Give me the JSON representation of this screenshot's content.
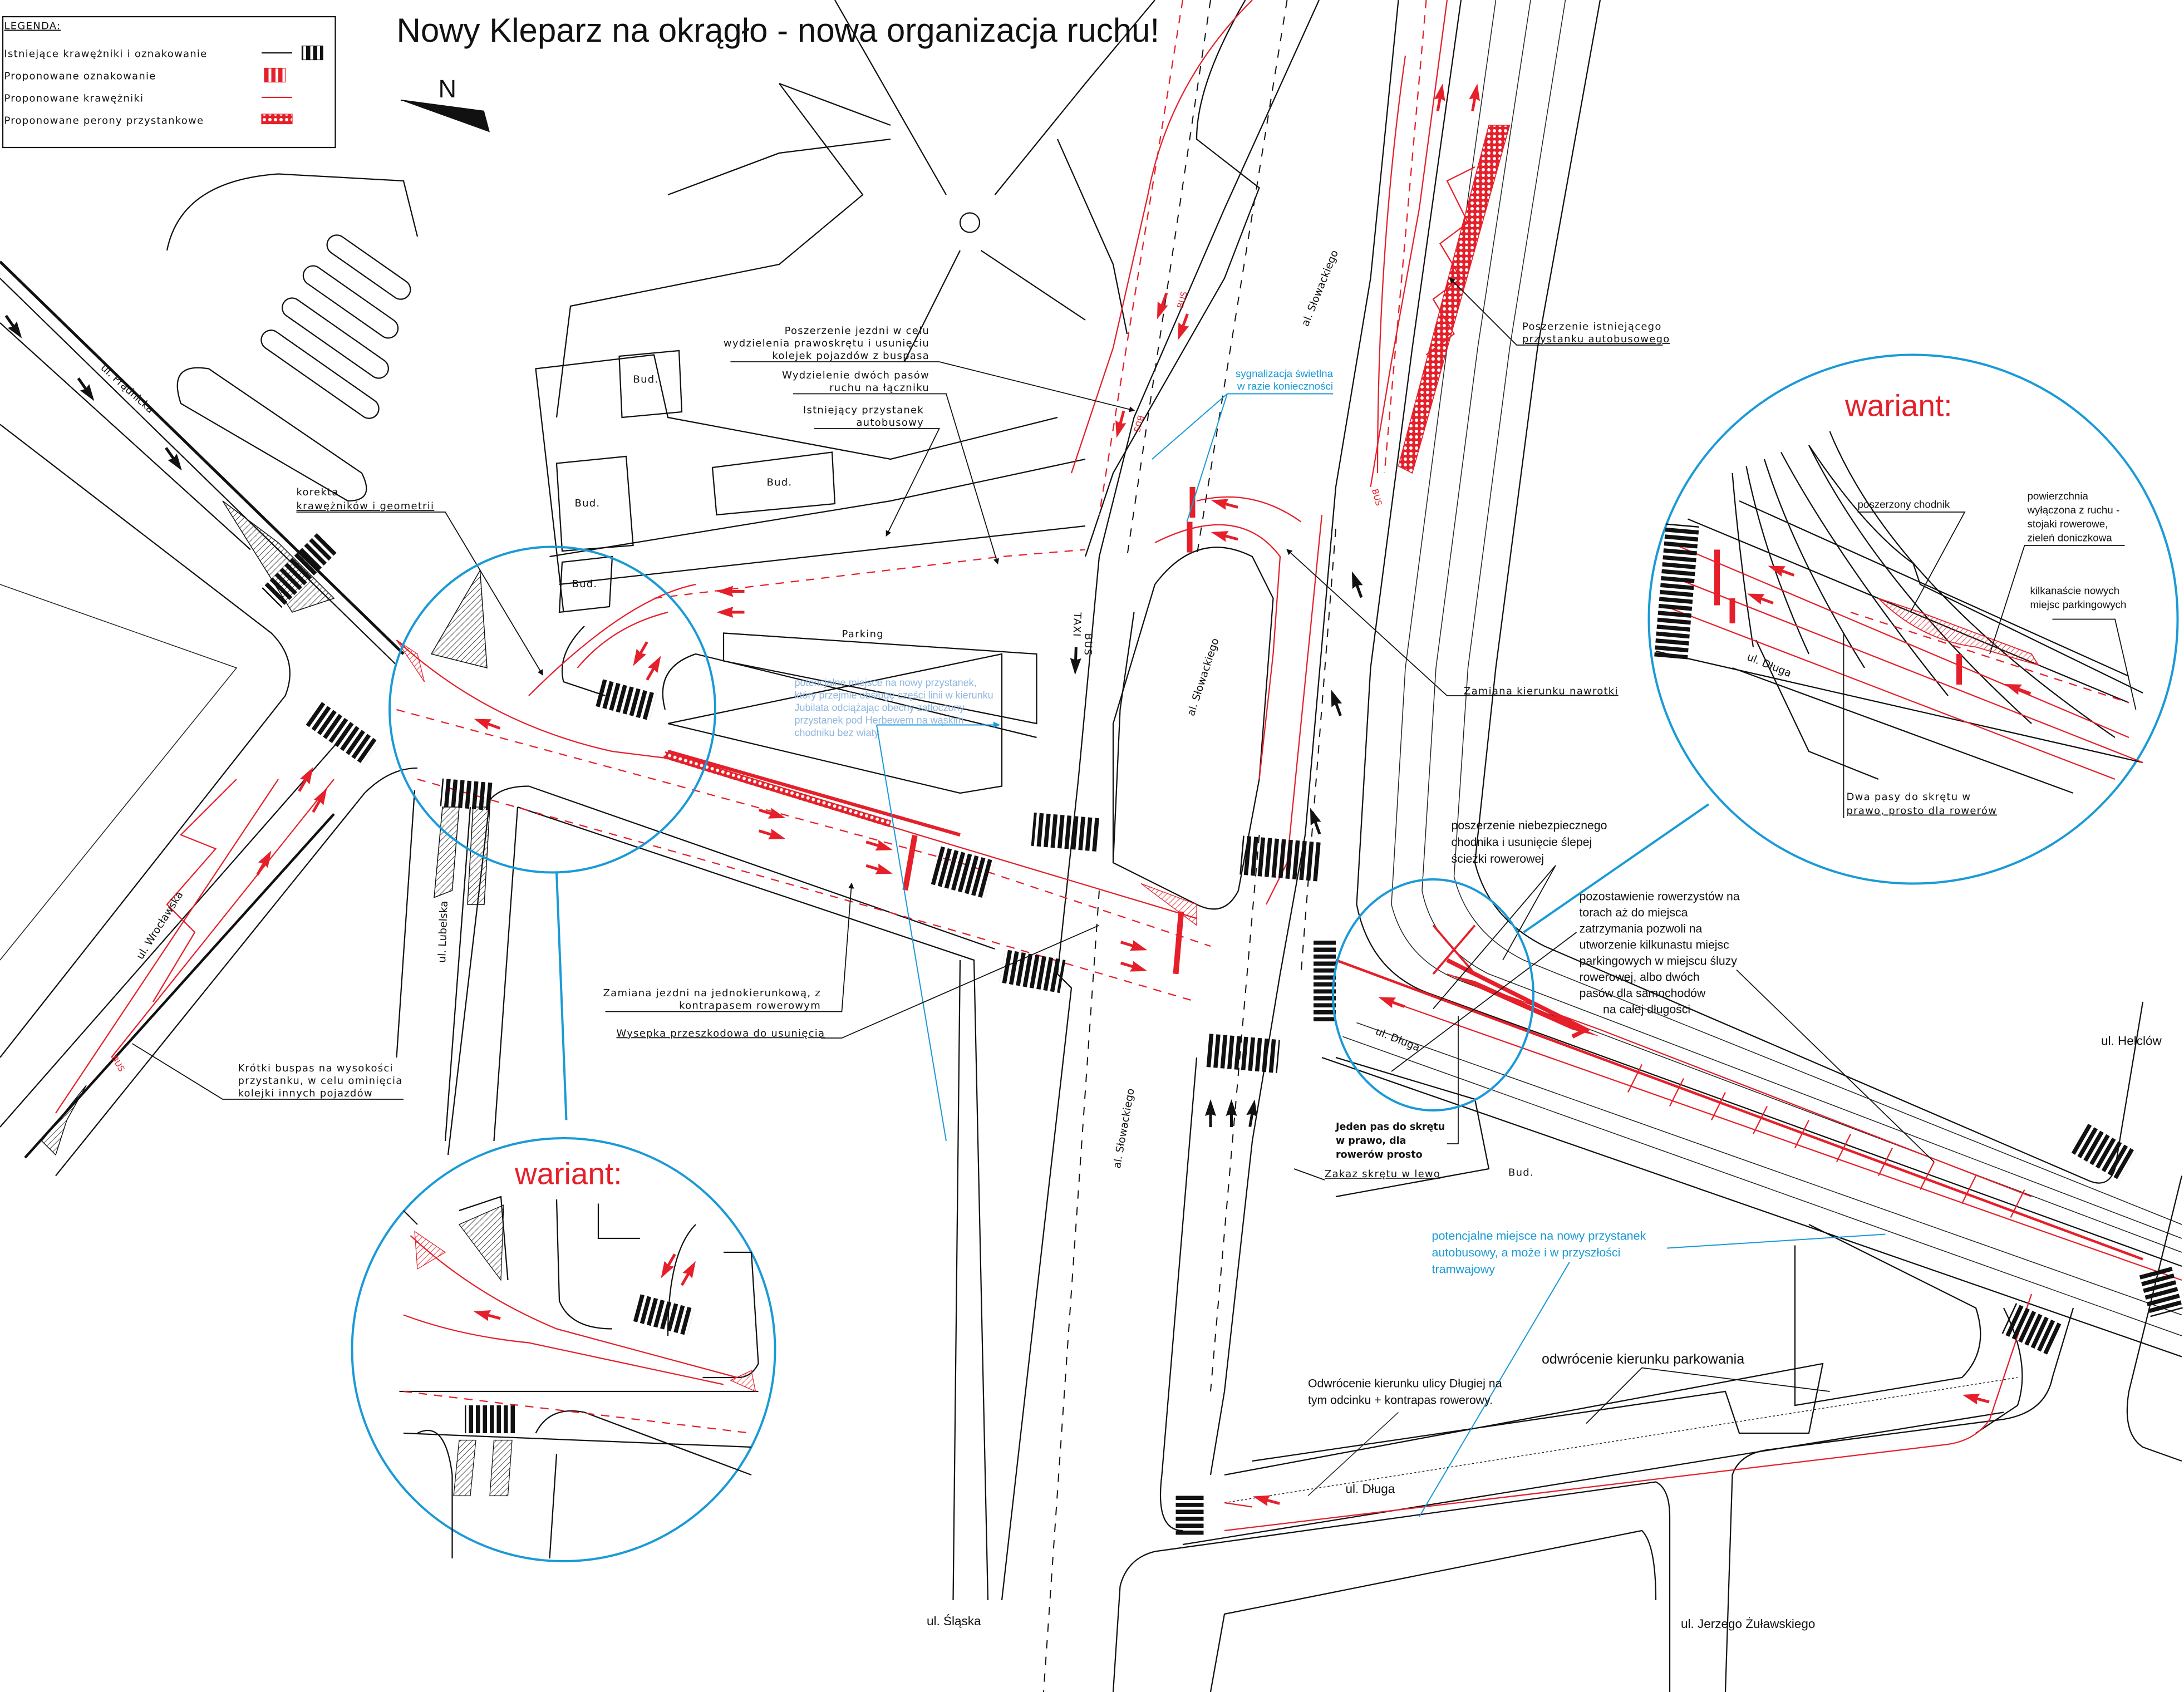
{
  "title": "Nowy Kleparz na okrągło - nowa organizacja ruchu!",
  "legend": {
    "heading": "LEGENDA:",
    "items": [
      {
        "label": "Istniejące krawężniki i oznakowanie",
        "symbol": "black-line-and-crosswalk"
      },
      {
        "label": "Proponowane oznakowanie",
        "symbol": "red-crosswalk"
      },
      {
        "label": "Proponowane krawężniki",
        "symbol": "red-line"
      },
      {
        "label": "Proponowane perony przystankowe",
        "symbol": "red-hatched-platform"
      }
    ]
  },
  "north_label": "N",
  "streets": {
    "pradnicka": "ul. Prądnicka",
    "wroclawska": "ul. Wrocławska",
    "lubelska": "ul. Lubelska",
    "slowackiego_north": "al. Słowackiego",
    "slowackiego_mid": "al. Słowackiego",
    "slowackiego_south": "al. Słowackiego",
    "dluga_east": "ul. Długa",
    "dluga_south": "ul. Długa",
    "helclow": "ul. Helclów",
    "slaska": "ul. Śląska",
    "zulawskiego": "ul. Jerzego Żuławskiego"
  },
  "buildings": [
    "Bud.",
    "Bud.",
    "Bud.",
    "Bud.",
    "Bud."
  ],
  "parking": "Parking",
  "road_markings": {
    "bus": "BUS",
    "taxi": "TAXI"
  },
  "annotations": {
    "korekta": [
      "korekta",
      "krawężników i geometrii"
    ],
    "poszerzenie_jezdni": [
      "Poszerzenie jezdni w celu",
      "wydzielenia prawoskrętu i usunięciu",
      "kolejek pojazdów z buspasa"
    ],
    "wydzielenie": [
      "Wydzielenie dwóch pasów",
      "ruchu na łączniku"
    ],
    "istniejacy_przystanek": [
      "Istniejący przystanek",
      "autobusowy"
    ],
    "sygnalizacja": [
      "sygnalizacja świetlna",
      "w razie konieczności"
    ],
    "poszerzenie_przystanku": [
      "Poszerzenie istniejącego",
      "przystanku autobusowego"
    ],
    "potencjalne_jubilat": [
      "potencjalne miejsce na nowy przystanek,",
      "który przejmie obsługę części linii w kierunku",
      "Jubilata odciążając obecny zatłoczony",
      "przystanek pod Herbewem na wąskim",
      "chodniku bez wiaty"
    ],
    "zamiana_nawrotki": [
      "Zamiana kierunku nawrotki"
    ],
    "poszerzenie_chodnika": [
      "poszerzenie niebezpiecznego",
      "chodnika i usunięcie ślepej",
      "ścieżki rowerowej"
    ],
    "pozostawienie": [
      "pozostawienie rowerzystów na",
      "torach aż do miejsca",
      "zatrzymania pozwoli na",
      "utworzenie kilkunastu miejsc",
      "parkingowych w miejscu śluzy",
      "rowerowej, albo dwóch",
      "pasów dla samochodów",
      "na całej długości"
    ],
    "zamiana_jezdni": [
      "Zamiana jezdni na jednokierunkową, z",
      "kontrapasem rowerowym"
    ],
    "wysepka": [
      "Wysepka przeszkodowa do usunięcia"
    ],
    "krotki_buspas": [
      "Krótki buspas na wysokości",
      "przystanku, w celu ominięcia",
      "kolejki innych pojazdów"
    ],
    "jeden_pas": [
      "Jeden pas do skrętu",
      "w prawo, dla",
      "rowerów prosto"
    ],
    "zakaz": [
      "Zakaz skrętu w lewo"
    ],
    "potencjalne_tram": [
      "potencjalne miejsce na nowy przystanek",
      "autobusowy, a może i w przyszłości",
      "tramwajowy"
    ],
    "odwrocenie_parkowania": [
      "odwrócenie kierunku parkowania"
    ],
    "odwrocenie_dlugiej": [
      "Odwrócenie kierunku ulicy Długiej na",
      "tym odcinku + kontrapas rowerowy."
    ]
  },
  "variants": {
    "left": {
      "title": "wariant:"
    },
    "right": {
      "title": "wariant:",
      "street": "ul. Długa",
      "poszerzony": [
        "poszerzony chodnik"
      ],
      "powierzchnia": [
        "powierzchnia",
        "wyłączona z ruchu -",
        "stojaki rowerowe,",
        "zieleń doniczkowa"
      ],
      "kilkanascie": [
        "kilkanaście nowych",
        "miejsc parkingowych"
      ],
      "dwa_pasy": [
        "Dwa pasy do skrętu w",
        "prawo, prosto dla rowerów"
      ]
    }
  },
  "colors": {
    "existing": "#111111",
    "proposed": "#e5202a",
    "callout": "#1a9ad6",
    "note_light": "#8fb6e0"
  }
}
